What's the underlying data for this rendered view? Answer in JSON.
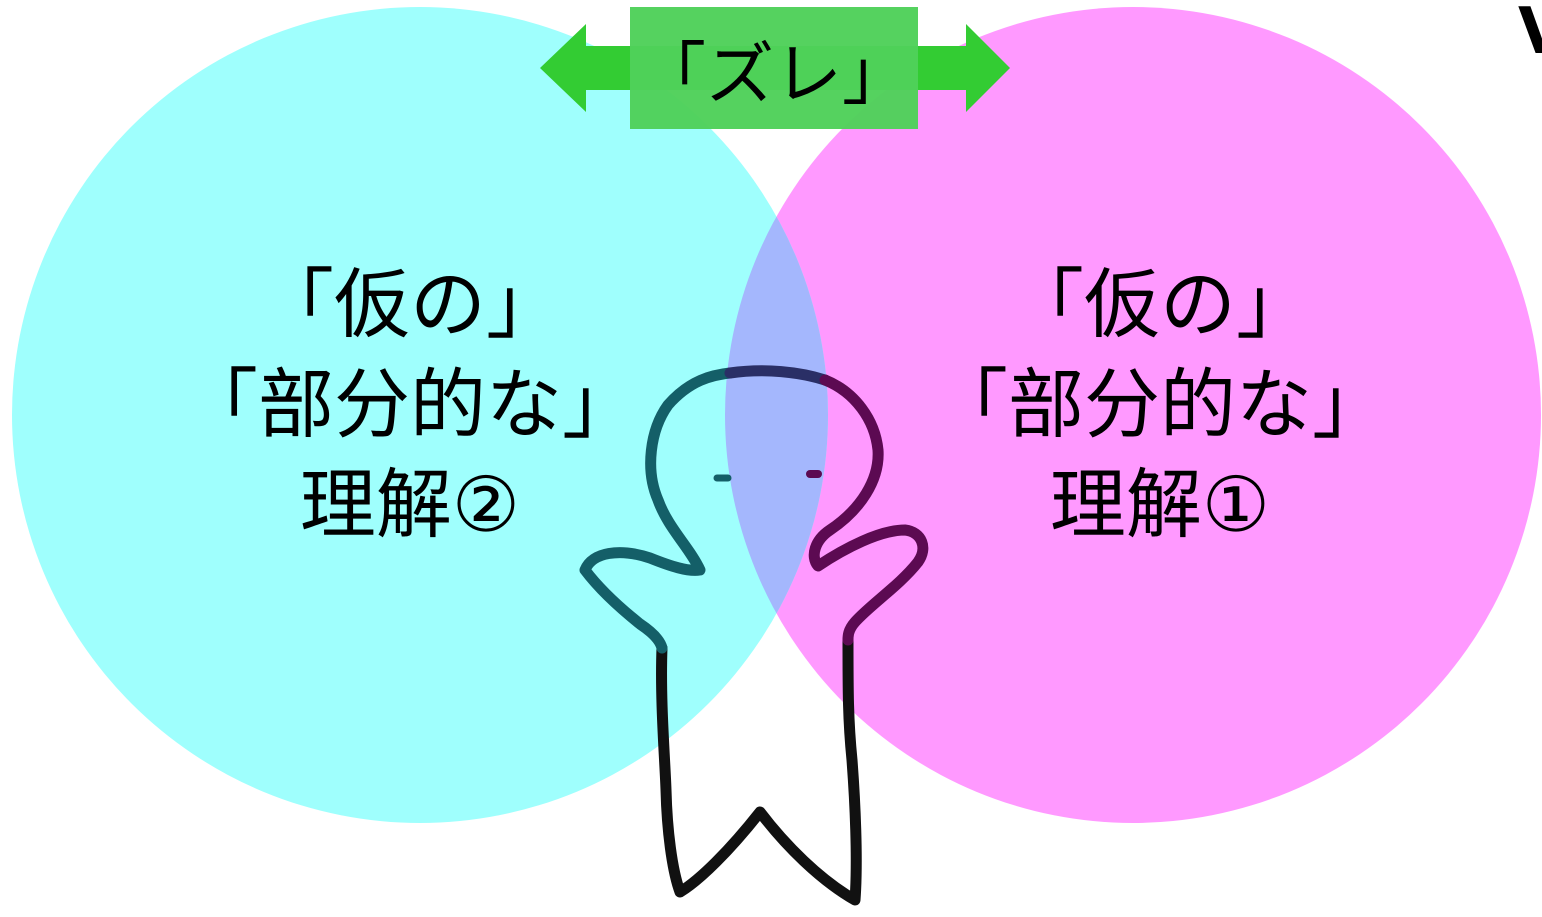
{
  "diagram": {
    "gap_label": "「ズレ」",
    "left_circle": {
      "lines": [
        "「仮の」",
        "「部分的な」",
        "理解②"
      ],
      "color": "#9ffffd"
    },
    "right_circle": {
      "lines": [
        "「仮の」",
        "「部分的な」",
        "理解①"
      ],
      "color": "#ff99ff"
    },
    "overlap_color": "#a4b7fd",
    "arrow_color": "#33cc33",
    "label_box_color": "#4fd15a",
    "edge_glyph": "V"
  }
}
